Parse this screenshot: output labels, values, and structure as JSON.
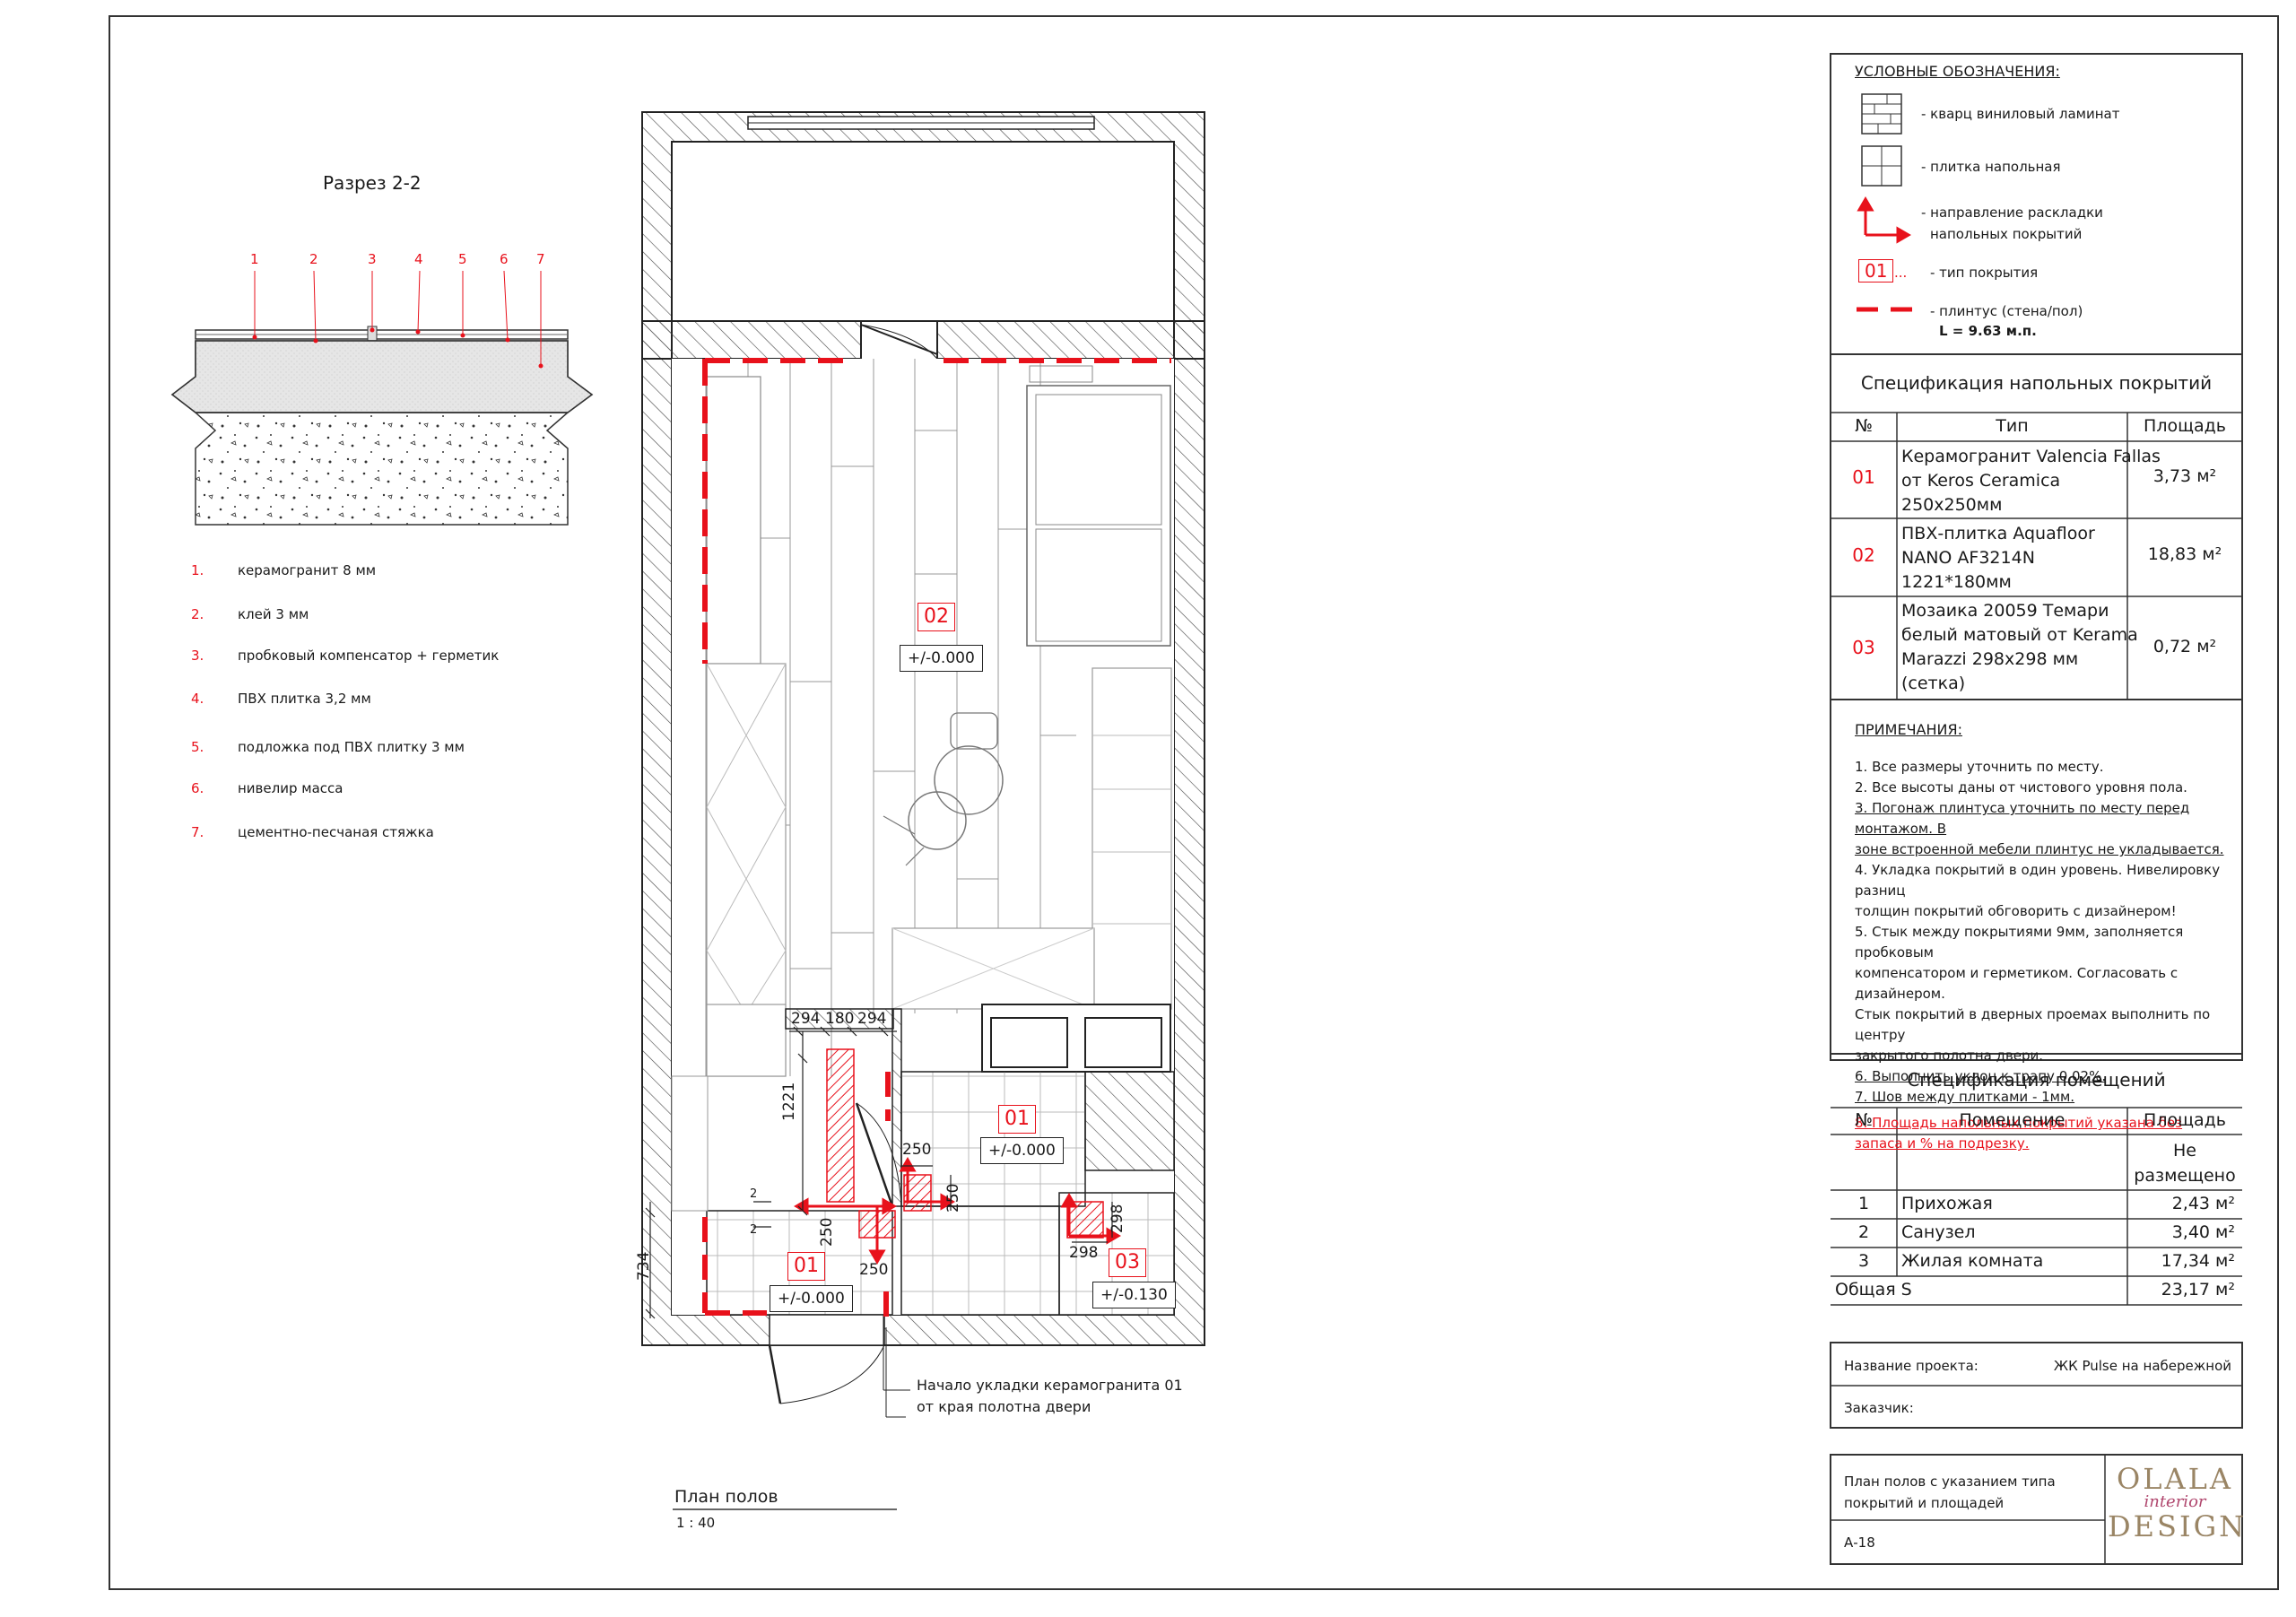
{
  "section": {
    "title": "Разрез 2-2",
    "numbers": [
      "1",
      "2",
      "3",
      "4",
      "5",
      "6",
      "7"
    ],
    "layers": [
      {
        "num": "1.",
        "text": "керамогранит 8 мм"
      },
      {
        "num": "2.",
        "text": "клей 3 мм"
      },
      {
        "num": "3.",
        "text": "пробковый компенсатор + герметик"
      },
      {
        "num": "4.",
        "text": "ПВХ плитка 3,2 мм"
      },
      {
        "num": "5.",
        "text": "подложка под ПВХ плитку 3 мм"
      },
      {
        "num": "6.",
        "text": "нивелир масса"
      },
      {
        "num": "7.",
        "text": "цементно-песчаная стяжка"
      }
    ]
  },
  "plan": {
    "title": "План полов",
    "scale": "1 : 40",
    "codes": {
      "c02": "02",
      "c01a": "01",
      "c01b": "01",
      "c03": "03"
    },
    "elevations": {
      "e02": "+/-0.000",
      "e01a": "+/-0.000",
      "e01b": "+/-0.000",
      "e03": "+/-0.130"
    },
    "dims": {
      "d294a": "294",
      "d180": "180",
      "d294b": "294",
      "d1221": "1221",
      "d250a": "250",
      "d250b": "250",
      "d250c": "250",
      "d250d": "250",
      "d298a": "298",
      "d298b": "298",
      "d734": "734",
      "d2a": "2",
      "d2b": "2"
    },
    "note_line1": "Начало укладки керамогранита 01",
    "note_line2": "от края полотна двери",
    "colors": {
      "accent": "#e8111b",
      "wall_line": "#222222"
    }
  },
  "legend": {
    "title": "УСЛОВНЫЕ ОБОЗНАЧЕНИЯ:",
    "items": [
      {
        "icon": "laminate-swatch-icon",
        "text": "- кварц виниловый ламинат"
      },
      {
        "icon": "tile-swatch-icon",
        "text": "- плитка напольная"
      },
      {
        "icon": "layout-direction-arrow-icon",
        "text1": "- направление раскладки",
        "text2": "напольных покрытий"
      },
      {
        "icon": "covering-type-tag-icon",
        "code": "01",
        "dots": "...",
        "text": "- тип покрытия"
      },
      {
        "icon": "baseboard-dash-icon",
        "text": "- плинтус (стена/пол)",
        "length": "L = 9.63 м.п."
      }
    ]
  },
  "floor_spec": {
    "title": "Спецификация напольных покрытий",
    "headers": [
      "№",
      "Тип",
      "Площадь"
    ],
    "rows": [
      {
        "n": "01",
        "l1": "Керамогранит Valencia Fallas",
        "l2": "от Keros Ceramica",
        "l3": "250х250мм",
        "l4": "",
        "area": "3,73 м²"
      },
      {
        "n": "02",
        "l1": "ПВХ-плитка Aquafloor",
        "l2": "NANO AF3214N",
        "l3": "1221*180мм",
        "l4": "",
        "area": "18,83 м²"
      },
      {
        "n": "03",
        "l1": "Мозаика 20059 Темари",
        "l2": "белый матовый от Kerama",
        "l3": "Marazzi 298х298 мм",
        "l4": "(сетка)",
        "area": "0,72 м²"
      }
    ]
  },
  "notes": {
    "title": "ПРИМЕЧАНИЯ:",
    "lines": [
      "1. Все размеры уточнить по месту.",
      "2. Все высоты даны от чистового уровня пола.",
      "3. Погонаж плинтуса уточнить по месту перед монтажом. В",
      "зоне встроенной мебели плинтус не укладывается.",
      "4. Укладка покрытий в один уровень. Нивелировку разниц",
      "толщин покрытий обговорить с дизайнером!",
      "5. Стык между покрытиями 9мм, заполняется пробковым",
      "компенсатором и герметиком. Согласовать с дизайнером.",
      "Стык покрытий в дверных проемах выполнить по центру",
      "закрытого полотна двери.",
      "6. Выполнить уклон к трапу 0.02%.",
      "7. Шов между плитками - 1мм."
    ],
    "red_line1": "8. Площадь напольных покрытий указана без",
    "red_line2": "запаса и % на подрезку."
  },
  "room_spec": {
    "title": "Спецификация помещений",
    "headers": [
      "№",
      "Помещение",
      "Площадь"
    ],
    "unplaced1": "Не",
    "unplaced2": "размещено",
    "rows": [
      {
        "n": "1",
        "name": "Прихожая",
        "area": "2,43 м²"
      },
      {
        "n": "2",
        "name": "Санузел",
        "area": "3,40 м²"
      },
      {
        "n": "3",
        "name": "Жилая комната",
        "area": "17,34 м²"
      }
    ],
    "total_label": "Общая S",
    "total_area": "23,17 м²"
  },
  "project": {
    "name_label": "Название проекта:",
    "name_value": "ЖК Pulse на набережной",
    "client_label": "Заказчик:"
  },
  "stamp": {
    "title1": "План полов с указанием типа",
    "title2": "покрытий и площадей",
    "sheet": "А-18",
    "logo_top": "OLALA",
    "logo_script": "interior",
    "logo_bottom": "DESIGN"
  }
}
